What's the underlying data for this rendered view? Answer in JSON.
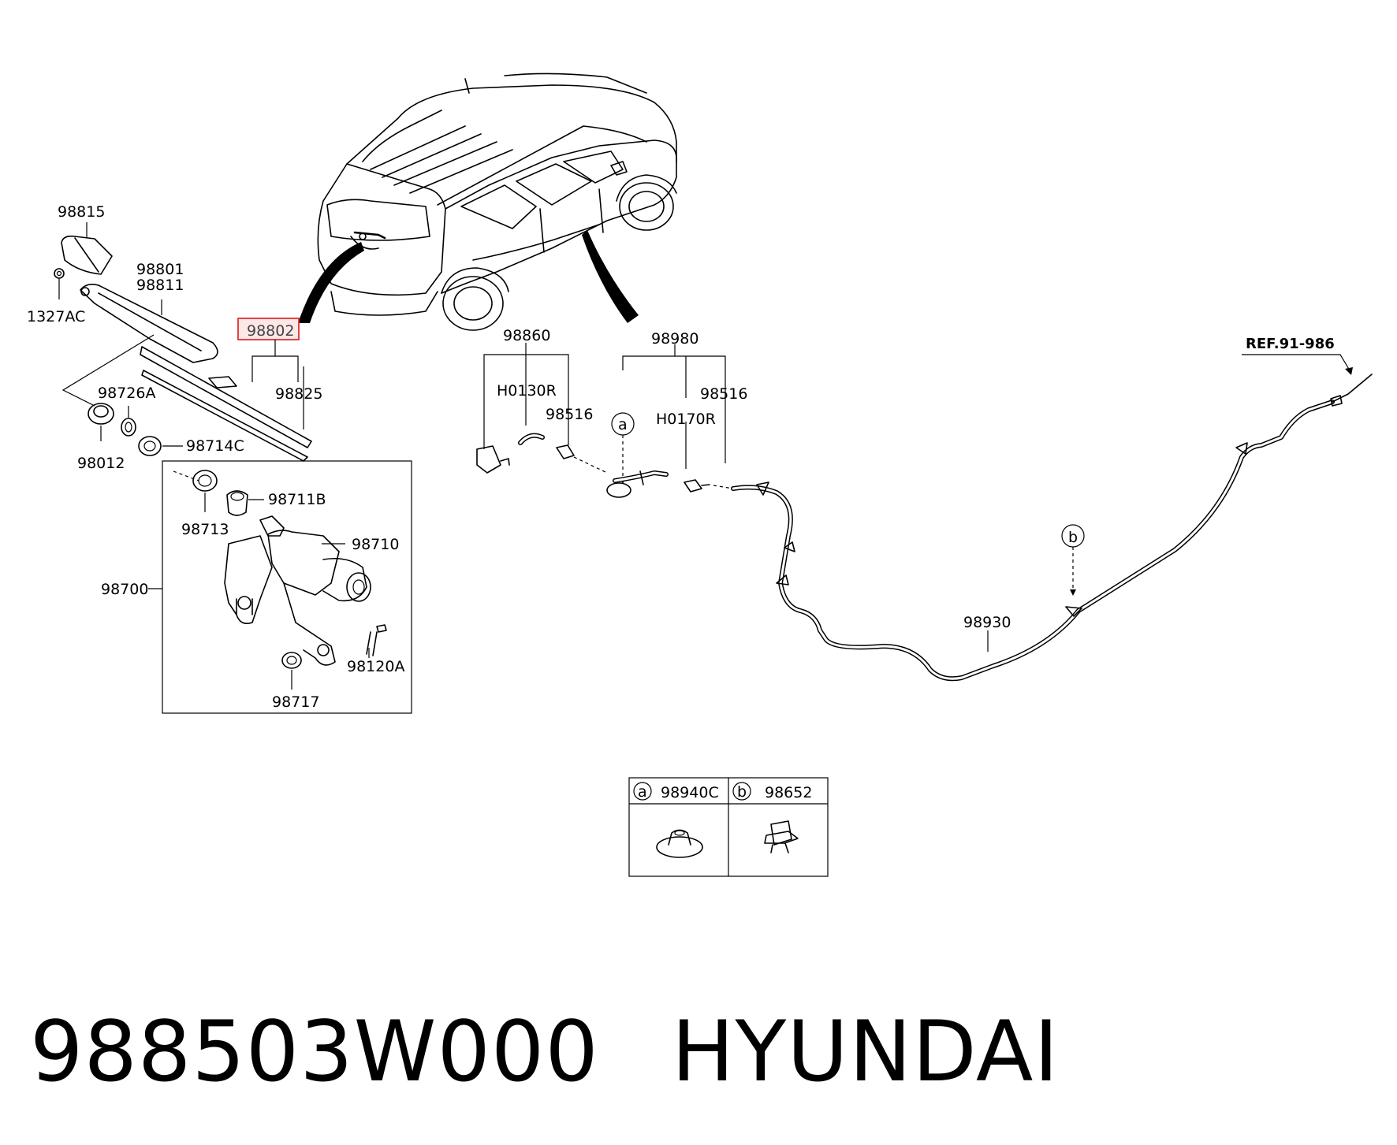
{
  "labels": {
    "p98815": "98815",
    "p98801": "98801",
    "p98811": "98811",
    "p1327AC": "1327AC",
    "p98802": "98802",
    "p98825": "98825",
    "p98726A": "98726A",
    "p98012": "98012",
    "p98714C": "98714C",
    "p98711B": "98711B",
    "p98713": "98713",
    "p98710": "98710",
    "p98700": "98700",
    "p98120A": "98120A",
    "p98717": "98717",
    "p98860": "98860",
    "pH0130R": "H0130R",
    "p98516a": "98516",
    "p98980": "98980",
    "p98516b": "98516",
    "pH0170R": "H0170R",
    "p98930": "98930",
    "ref": "REF.91-986",
    "call_a": "a",
    "call_b": "b"
  },
  "legend": {
    "a_letter": "a",
    "a_part": "98940C",
    "b_letter": "b",
    "b_part": "98652"
  },
  "highlight_color": "#e03030",
  "footer": {
    "part_number": "988503W000",
    "brand": "HYUNDAI"
  }
}
